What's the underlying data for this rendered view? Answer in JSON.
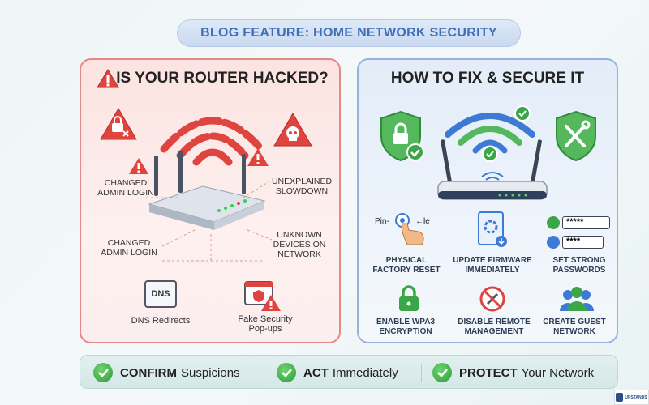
{
  "banner": {
    "text": "BLOG FEATURE: HOME NETWORK SECURITY"
  },
  "left_panel": {
    "title": "IS YOUR ROUTER HACKED?",
    "labels": {
      "changed_login_top": "CHANGED\nADMIN LOGIN",
      "unexplained_slowdown": "UNEXPLAINED\nSLOWDOWN",
      "changed_login_bottom": "CHANGED\nADMIN LOGIN",
      "unknown_devices": "UNKNOWN\nDEVICES ON\nNETWORK",
      "dns_redirects": "DNS Redirects",
      "fake_popups": "Fake Security\nPop-ups"
    },
    "dns_icon_text": "DNS",
    "colors": {
      "accent": "#e0443e",
      "border": "#e38a86"
    }
  },
  "right_panel": {
    "title": "HOW TO FIX & SECURE IT",
    "pin_text": "Pin-",
    "le_text": "←le",
    "password_1": "*****",
    "password_2": "****",
    "steps": {
      "physical_reset": "PHYSICAL\nFACTORY RESET",
      "update_firmware": "UPDATE FIRMWARE\nIMMEDIATELY",
      "strong_passwords": "SET STRONG\nPASSWORDS",
      "enable_wpa3": "ENABLE WPA3\nENCRYPTION",
      "disable_remote": "DISABLE REMOTE\nMANAGEMENT",
      "guest_network": "CREATE GUEST\nNETWORK"
    },
    "colors": {
      "accent": "#3d7ad6",
      "success": "#3aa645"
    }
  },
  "bottom_bar": {
    "items": [
      {
        "strong": "CONFIRM",
        "rest": "Suspicions"
      },
      {
        "strong": "ACT",
        "rest": "Immediately"
      },
      {
        "strong": "PROTECT",
        "rest": "Your Network"
      }
    ]
  },
  "logo": {
    "text": "UPSTANDS"
  }
}
